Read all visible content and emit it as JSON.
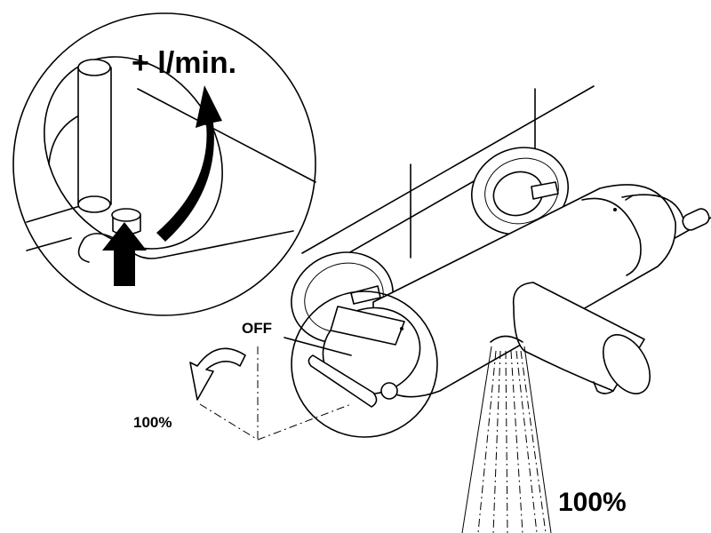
{
  "labels": {
    "flow_increase": "+ l/min.",
    "off": "OFF",
    "handle_percent": "100%",
    "spray_percent": "100%"
  },
  "icons": [
    "curved-arrow-icon",
    "up-arrow-icon",
    "rotate-arrow-icon"
  ],
  "colors": {
    "line": "#000000",
    "background": "#ffffff"
  }
}
